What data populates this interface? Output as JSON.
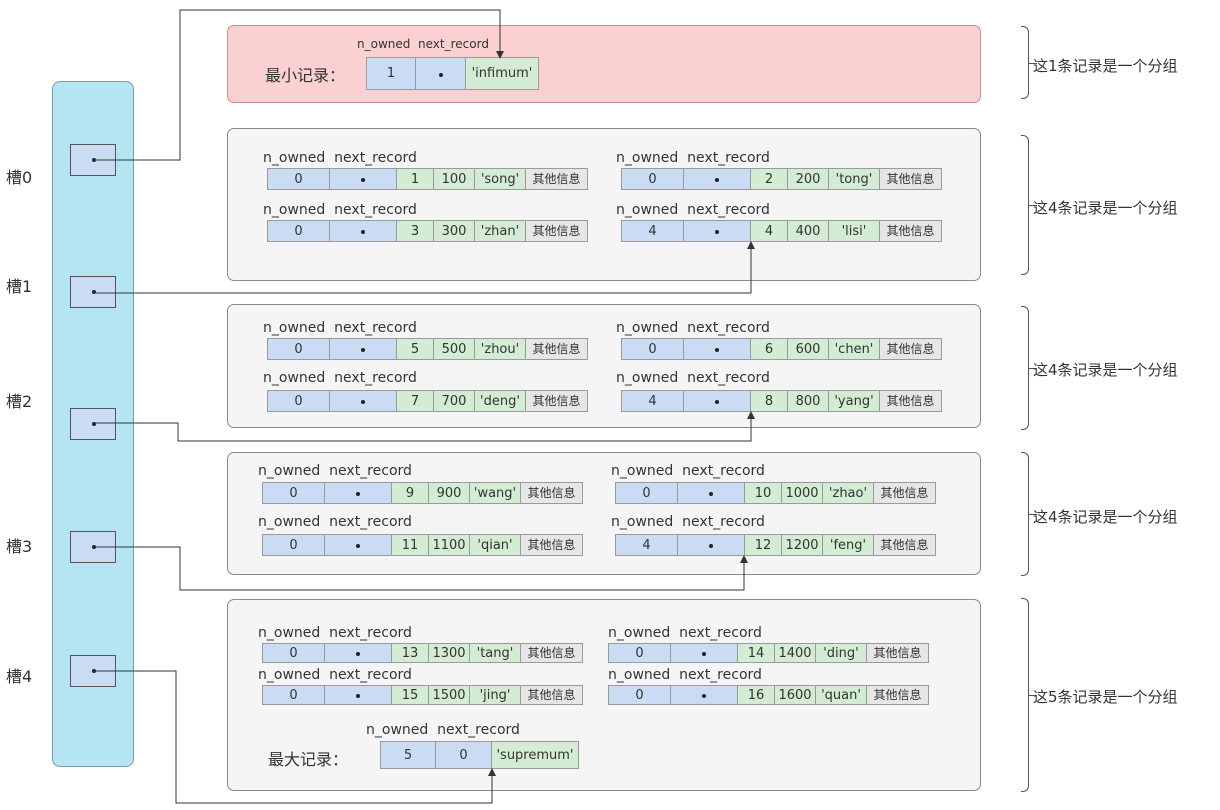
{
  "slots": [
    {
      "label": "槽0"
    },
    {
      "label": "槽1"
    },
    {
      "label": "槽2"
    },
    {
      "label": "槽3"
    },
    {
      "label": "槽4"
    }
  ],
  "field_headers": {
    "n_owned": "n_owned",
    "next_record": "next_record"
  },
  "infimum": {
    "label": "最小记录：",
    "n_owned": "1",
    "name": "'infimum'"
  },
  "supremum": {
    "label": "最大记录：",
    "n_owned": "5",
    "next": "0",
    "name": "'supremum'"
  },
  "groups": [
    {
      "description": "这1条记录是一个分组",
      "records": []
    },
    {
      "description": "这4条记录是一个分组",
      "records": [
        {
          "n_owned": "0",
          "id": "1",
          "value": "100",
          "name": "'song'",
          "other": "其他信息"
        },
        {
          "n_owned": "0",
          "id": "2",
          "value": "200",
          "name": "'tong'",
          "other": "其他信息"
        },
        {
          "n_owned": "0",
          "id": "3",
          "value": "300",
          "name": "'zhan'",
          "other": "其他信息"
        },
        {
          "n_owned": "4",
          "id": "4",
          "value": "400",
          "name": "'lisi'",
          "other": "其他信息"
        }
      ]
    },
    {
      "description": "这4条记录是一个分组",
      "records": [
        {
          "n_owned": "0",
          "id": "5",
          "value": "500",
          "name": "'zhou'",
          "other": "其他信息"
        },
        {
          "n_owned": "0",
          "id": "6",
          "value": "600",
          "name": "'chen'",
          "other": "其他信息"
        },
        {
          "n_owned": "0",
          "id": "7",
          "value": "700",
          "name": "'deng'",
          "other": "其他信息"
        },
        {
          "n_owned": "4",
          "id": "8",
          "value": "800",
          "name": "'yang'",
          "other": "其他信息"
        }
      ]
    },
    {
      "description": "这4条记录是一个分组",
      "records": [
        {
          "n_owned": "0",
          "id": "9",
          "value": "900",
          "name": "'wang'",
          "other": "其他信息"
        },
        {
          "n_owned": "0",
          "id": "10",
          "value": "1000",
          "name": "'zhao'",
          "other": "其他信息"
        },
        {
          "n_owned": "0",
          "id": "11",
          "value": "1100",
          "name": "'qian'",
          "other": "其他信息"
        },
        {
          "n_owned": "4",
          "id": "12",
          "value": "1200",
          "name": "'feng'",
          "other": "其他信息"
        }
      ]
    },
    {
      "description": "这5条记录是一个分组",
      "records": [
        {
          "n_owned": "0",
          "id": "13",
          "value": "1300",
          "name": "'tang'",
          "other": "其他信息"
        },
        {
          "n_owned": "0",
          "id": "14",
          "value": "1400",
          "name": "'ding'",
          "other": "其他信息"
        },
        {
          "n_owned": "0",
          "id": "15",
          "value": "1500",
          "name": "'jing'",
          "other": "其他信息"
        },
        {
          "n_owned": "0",
          "id": "16",
          "value": "1600",
          "name": "'quan'",
          "other": "其他信息"
        }
      ]
    }
  ],
  "colors": {
    "slot_column": "#b5e4f3",
    "field_blue": "#c9dcf3",
    "field_green": "#d3ecd3",
    "field_grey": "#e6e6e6",
    "infimum_group": "#fbd0d0",
    "group_box": "#f5f5f5"
  }
}
